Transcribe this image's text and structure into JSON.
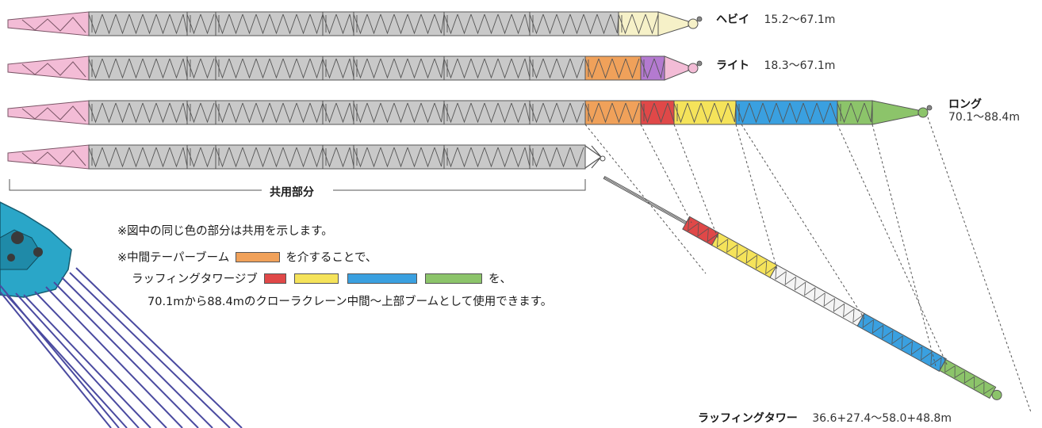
{
  "booms": [
    {
      "name": "ヘビイ",
      "range": "15.2〜67.1m"
    },
    {
      "name": "ライト",
      "range": "18.3〜67.1m"
    },
    {
      "name": "ロング",
      "range": "70.1〜88.4m"
    }
  ],
  "luffing": {
    "name": "ラッフィングタワー",
    "range": "36.6+27.4〜58.0+48.8m"
  },
  "shared_label": "共用部分",
  "notes": {
    "line1": "※図中の同じ色の部分は共用を示します。",
    "line2_a": "※中間テーパーブーム",
    "line2_b": "を介することで、",
    "line3_a": "ラッフィングタワージブ",
    "line3_b": "を、",
    "line4": "70.1mから88.4mのクローラクレーン中間〜上部ブームとして使用できます。"
  },
  "colors": {
    "gray": "#c9c9c9",
    "pink": "#f3bcd6",
    "orange": "#f0a15a",
    "red": "#e04848",
    "yellow": "#f5e35a",
    "blue": "#3aa0e0",
    "green": "#8cc46a",
    "cream": "#f6f1c8",
    "purple": "#b47ad0",
    "white": "#f4f4f4",
    "teal": "#2aa6c8"
  }
}
